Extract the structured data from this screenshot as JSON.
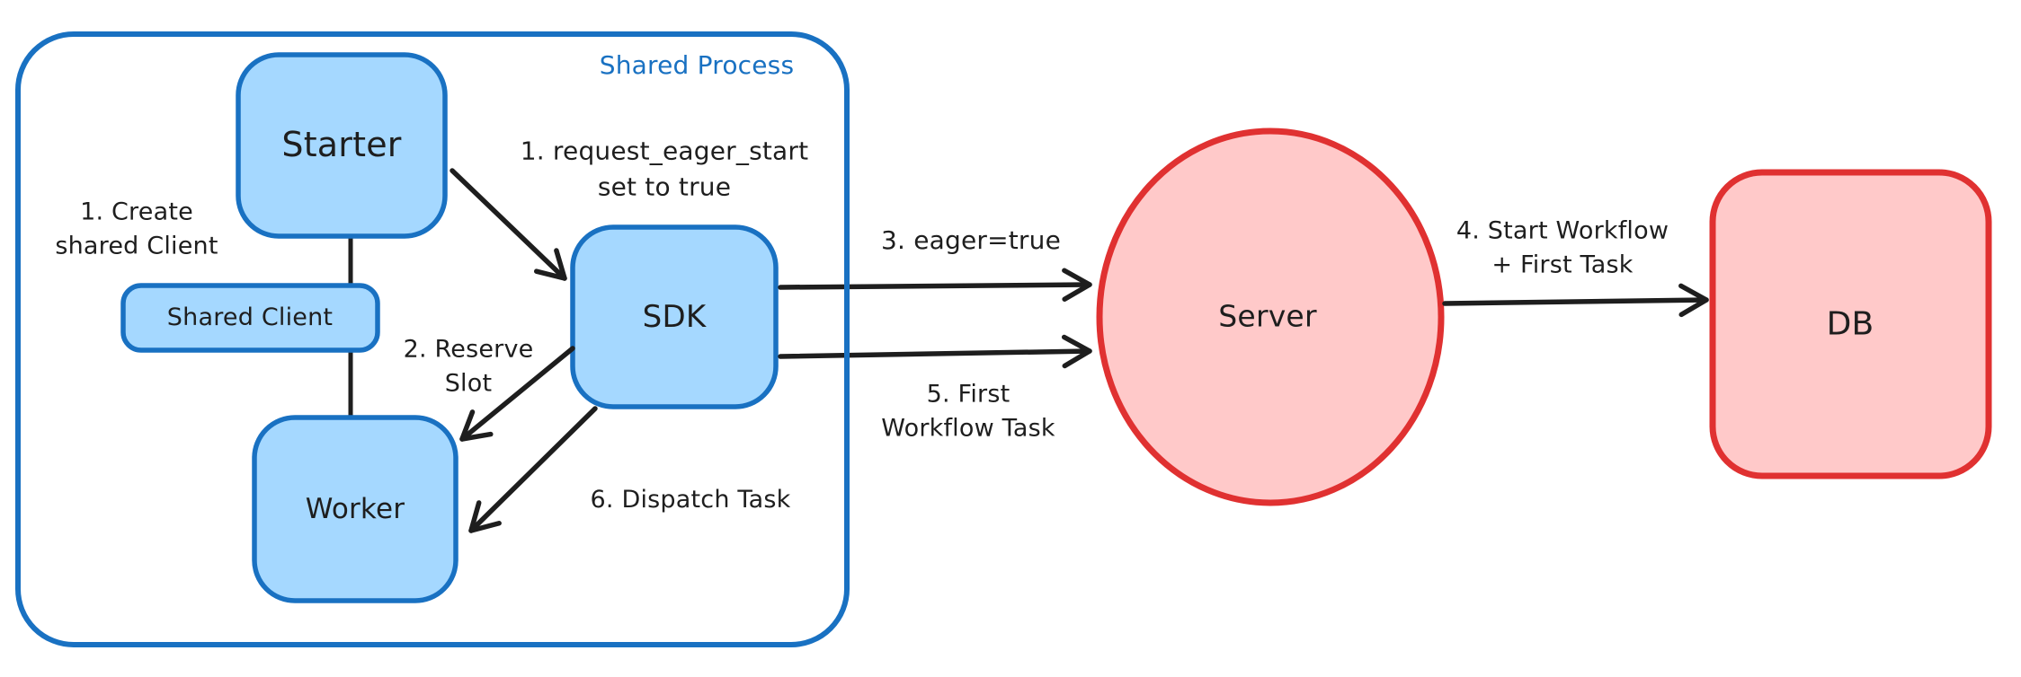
{
  "diagram_title": "Shared Process",
  "container": {
    "label": "Shared Process"
  },
  "nodes": {
    "starter": {
      "label": "Starter"
    },
    "shared_client": {
      "label": "Shared Client"
    },
    "worker": {
      "label": "Worker"
    },
    "sdk": {
      "label": "SDK"
    },
    "server": {
      "label": "Server"
    },
    "db": {
      "label": "DB"
    }
  },
  "connectors": [
    {
      "from": "Starter",
      "via": "Shared Client",
      "to": "Worker",
      "label": "1. Create\nshared Client"
    }
  ],
  "arrows": [
    {
      "from": "Starter",
      "to": "SDK",
      "label": "1. request_eager_start\nset to true"
    },
    {
      "from": "SDK",
      "to": "Worker",
      "label": "2. Reserve\nSlot"
    },
    {
      "from": "SDK",
      "to": "Server",
      "label": "3. eager=true"
    },
    {
      "from": "Server",
      "to": "DB",
      "label": "4. Start Workflow\n+ First Task"
    },
    {
      "from": "SDK",
      "to": "Server",
      "label": "5. First\nWorkflow Task"
    },
    {
      "from": "SDK",
      "to": "Worker",
      "label": "6. Dispatch Task"
    }
  ],
  "colors": {
    "blue_stroke": "#1971c2",
    "blue_fill": "#a5d8ff",
    "red_stroke": "#e03131",
    "red_fill": "#ffc9c9",
    "ink": "#1e1e1e",
    "background": "#ffffff"
  }
}
